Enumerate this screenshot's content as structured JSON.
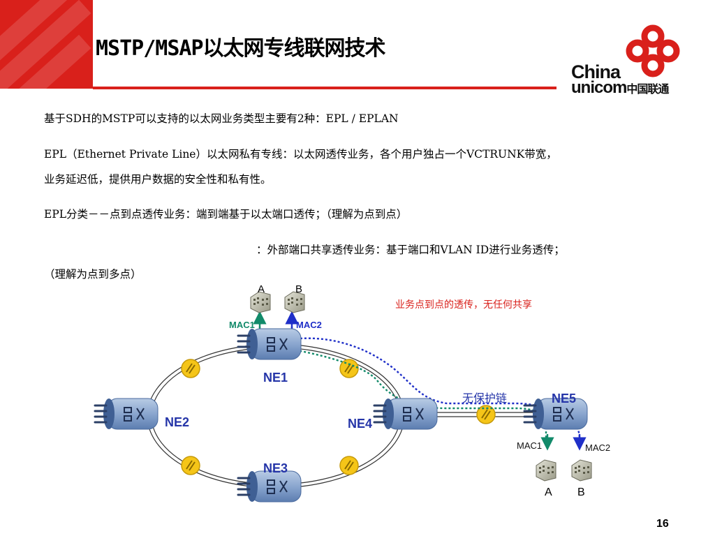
{
  "title": "MSTP/MSAP以太网专线联网技术",
  "logo": {
    "line1": "China",
    "line2": "unicom",
    "line2_cn": "中国联通"
  },
  "paragraphs": {
    "p1": "基于SDH的MSTP可以支持的以太网业务类型主要有2种：EPL /   EPLAN",
    "p2": "EPL（Ethernet Private Line）以太网私有专线：以太网透传业务，各个用户独占一个VCTRUNK带宽，",
    "p3": "业务延迟低，提供用户数据的安全性和私有性。",
    "p4": "EPL分类－－点到点透传业务：端到端基于以太端口透传；（理解为点到点）",
    "p5": "：外部端口共享透传业务：基于端口和VLAN ID进行业务透传；",
    "p6": "（理解为点到多点）"
  },
  "diagram": {
    "annotation": "业务点到点的透传，无任何共享",
    "no_protection_link": "无保护链",
    "nodes": {
      "ne1": "NE1",
      "ne2": "NE2",
      "ne3": "NE3",
      "ne4": "NE4",
      "ne5": "NE5"
    },
    "top_site": {
      "a": "A",
      "b": "B",
      "mac1": "MAC1",
      "mac2": "MAC2"
    },
    "bottom_site": {
      "a": "A",
      "b": "B",
      "mac1": "MAC1",
      "mac2": "MAC2"
    }
  },
  "colors": {
    "brand_red": "#d9201b",
    "node_blue": "#2535a8",
    "path_blue": "#1f2fc8",
    "path_green": "#128a6a"
  },
  "page_number": "16"
}
